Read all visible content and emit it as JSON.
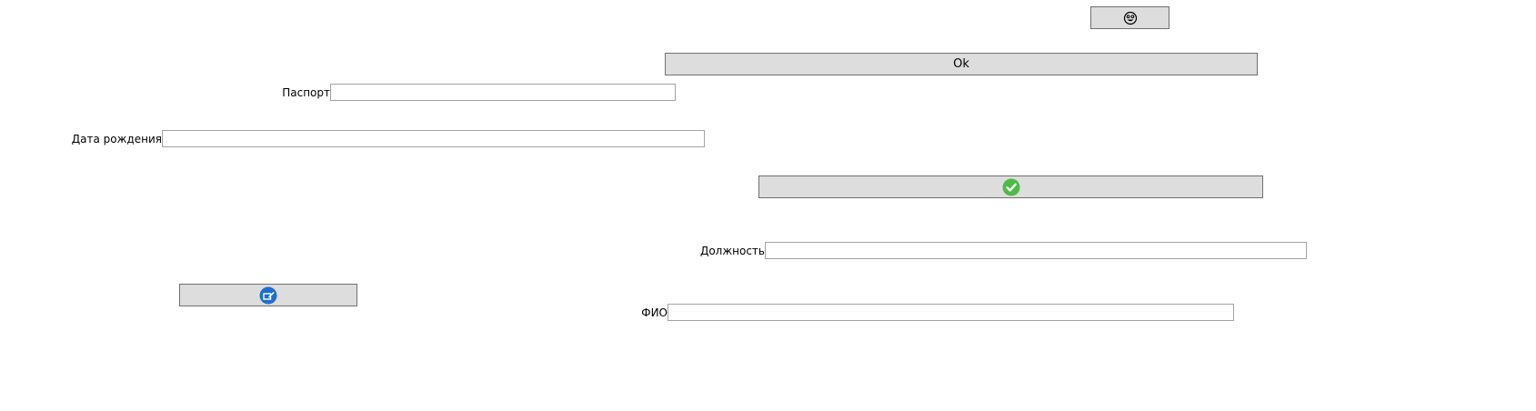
{
  "buttons": {
    "smiley": {
      "icon": "smiley-face-icon"
    },
    "ok": {
      "label": "Ok"
    },
    "confirm": {
      "icon": "green-check-icon"
    },
    "edit": {
      "icon": "blue-edit-icon"
    }
  },
  "fields": {
    "passport": {
      "label": "Паспорт",
      "value": ""
    },
    "birth_date": {
      "label": "Дата рождения",
      "value": ""
    },
    "position": {
      "label": "Должность",
      "value": ""
    },
    "fio": {
      "label": "ФИО",
      "value": ""
    }
  },
  "colors": {
    "button_bg": "#dddddd",
    "check_green": "#4cbb47",
    "edit_blue": "#1e6fc9"
  }
}
